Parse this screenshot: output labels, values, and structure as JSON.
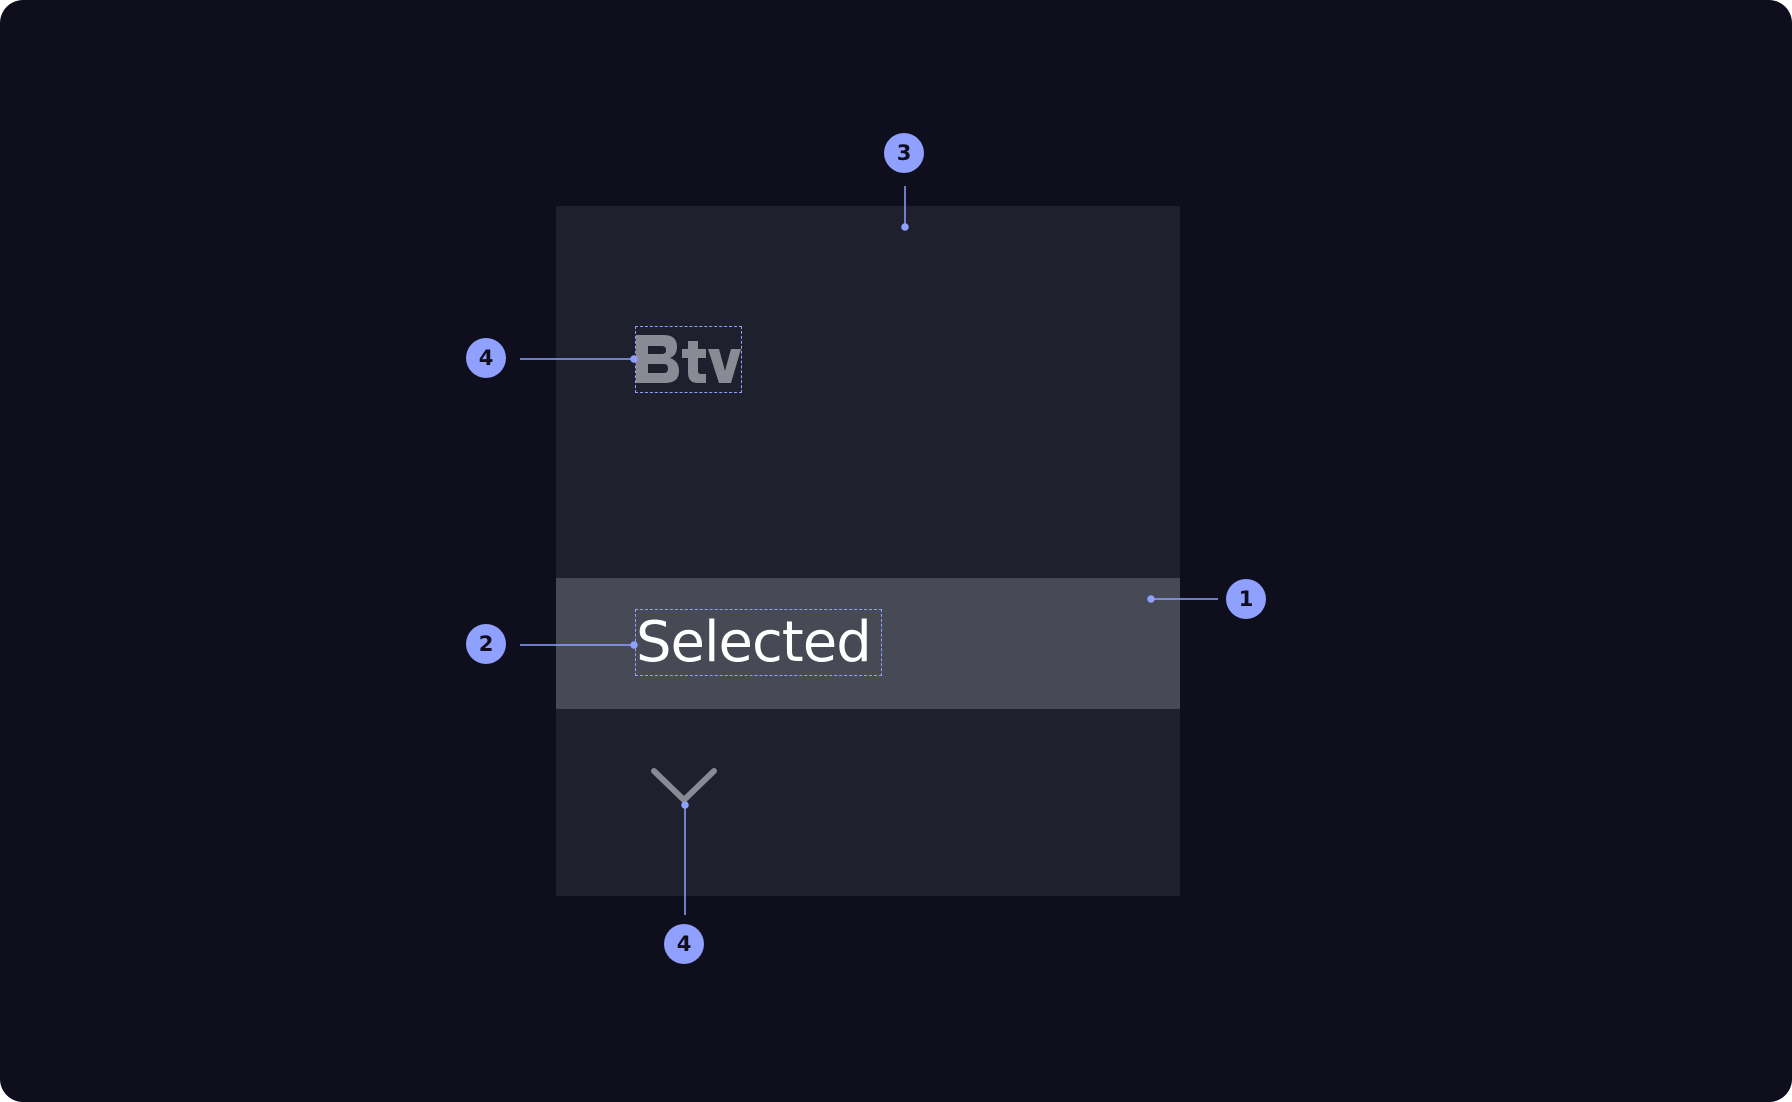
{
  "component": {
    "logo": {
      "text": "Btv",
      "color": "#8a8a94"
    },
    "selected_row": {
      "label": "Selected",
      "background": "#474a54",
      "text_color": "#ffffff"
    },
    "panel_background": "#1f202d",
    "chevron": {
      "icon": "chevron-down-icon",
      "color": "#8a8a94"
    }
  },
  "annotations": {
    "color": "#8fa0ff",
    "markers": [
      {
        "id": "marker-3",
        "label": "3"
      },
      {
        "id": "marker-4-logo",
        "label": "4"
      },
      {
        "id": "marker-1",
        "label": "1"
      },
      {
        "id": "marker-2",
        "label": "2"
      },
      {
        "id": "marker-4-chevron",
        "label": "4"
      }
    ]
  }
}
